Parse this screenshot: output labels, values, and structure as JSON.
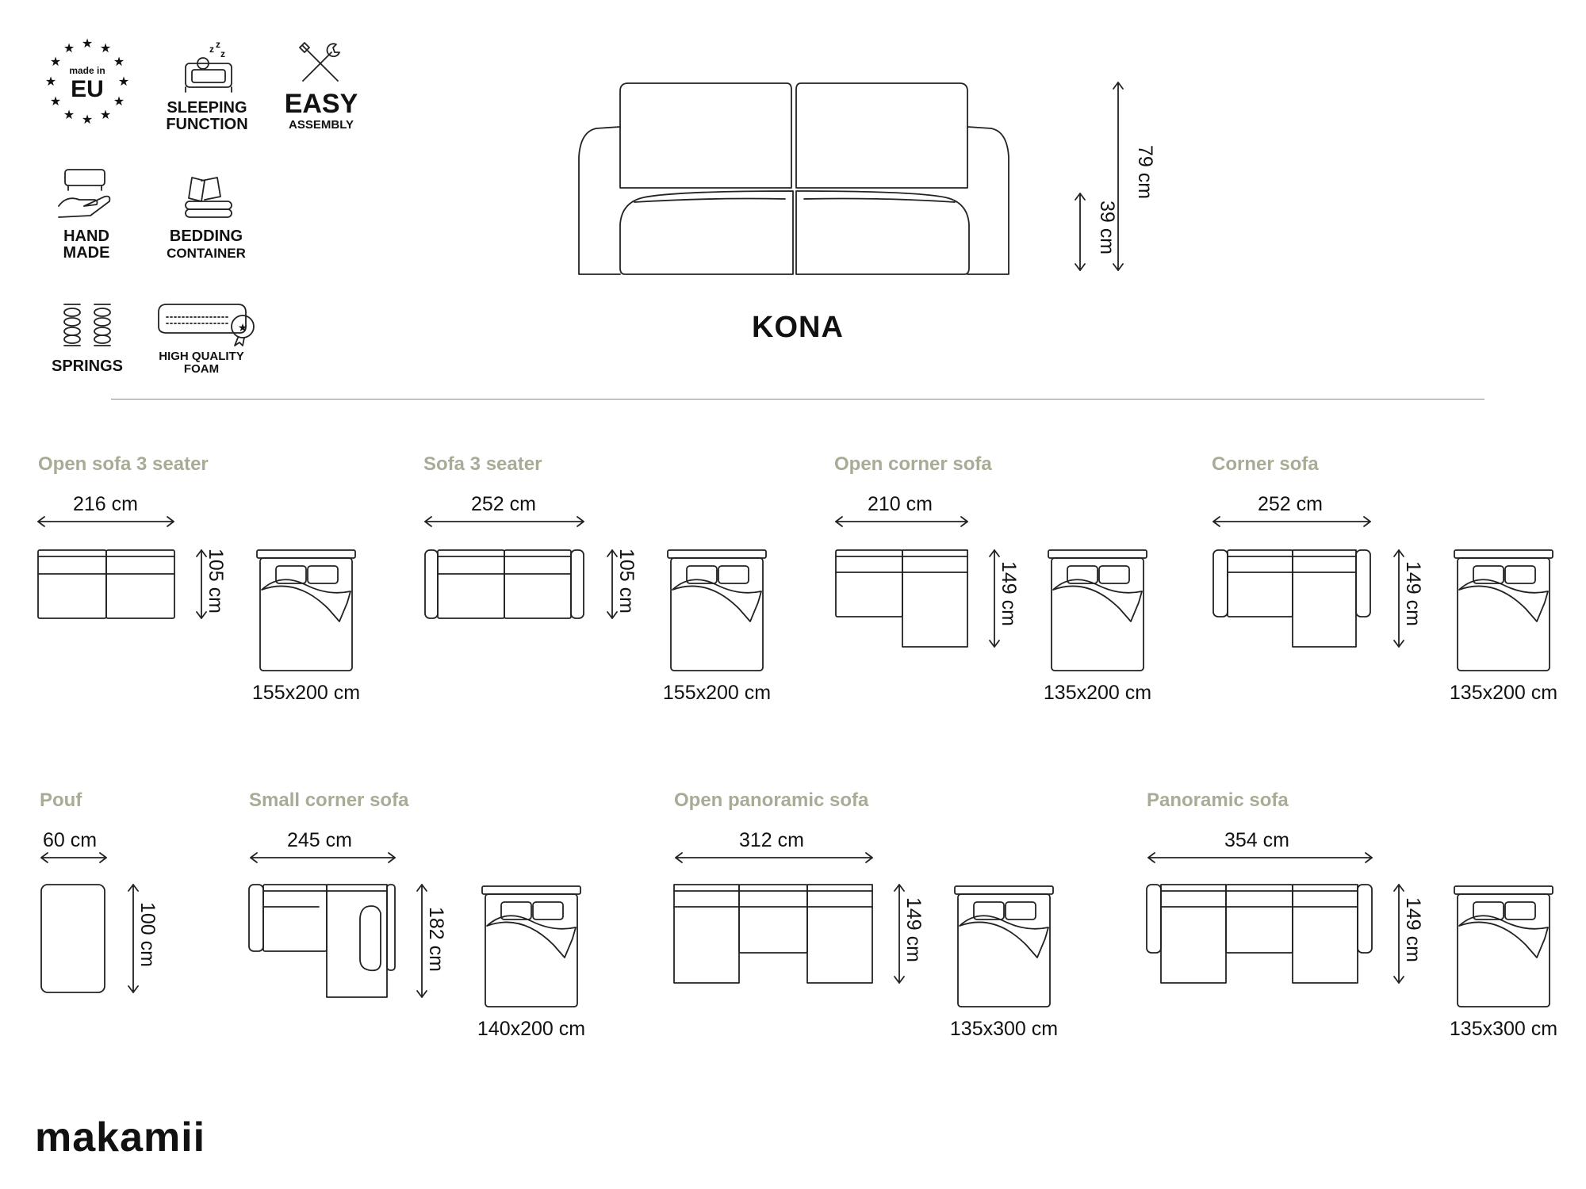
{
  "features": [
    {
      "icon": "made-in-eu-icon",
      "badge_top": "made in",
      "badge_main": "EU"
    },
    {
      "icon": "sleeping-function-icon",
      "line1": "SLEEPING",
      "line2": "FUNCTION"
    },
    {
      "icon": "easy-assembly-icon",
      "line1": "EASY",
      "line2": "ASSEMBLY"
    },
    {
      "icon": "hand-made-icon",
      "line1": "HAND",
      "line2": "MADE"
    },
    {
      "icon": "bedding-container-icon",
      "line1": "BEDDING",
      "line2": "CONTAINER"
    },
    {
      "icon": "springs-icon",
      "line1": "SPRINGS"
    },
    {
      "icon": "high-quality-foam-icon",
      "line1": "HIGH QUALITY",
      "line2": "FOAM"
    }
  ],
  "model": {
    "name": "KONA",
    "height": "79 cm",
    "seat_height": "39 cm"
  },
  "variants_row1": [
    {
      "title": "Open sofa 3 seater",
      "width": "216 cm",
      "depth": "105 cm",
      "bed": "155x200 cm"
    },
    {
      "title": "Sofa 3 seater",
      "width": "252 cm",
      "depth": "105 cm",
      "bed": "155x200 cm"
    },
    {
      "title": "Open corner sofa",
      "width": "210 cm",
      "depth": "149 cm",
      "bed": "135x200 cm"
    },
    {
      "title": "Corner sofa",
      "width": "252 cm",
      "depth": "149 cm",
      "bed": "135x200 cm"
    }
  ],
  "variants_row2": [
    {
      "title": "Pouf",
      "width": "60 cm",
      "depth": "100 cm"
    },
    {
      "title": "Small corner sofa",
      "width": "245 cm",
      "depth": "182 cm",
      "bed": "140x200 cm"
    },
    {
      "title": "Open panoramic sofa",
      "width": "312 cm",
      "depth": "149 cm",
      "bed": "135x300 cm"
    },
    {
      "title": "Panoramic sofa",
      "width": "354 cm",
      "depth": "149 cm",
      "bed": "135x300 cm"
    }
  ],
  "brand": {
    "logo_text": "makamii"
  }
}
